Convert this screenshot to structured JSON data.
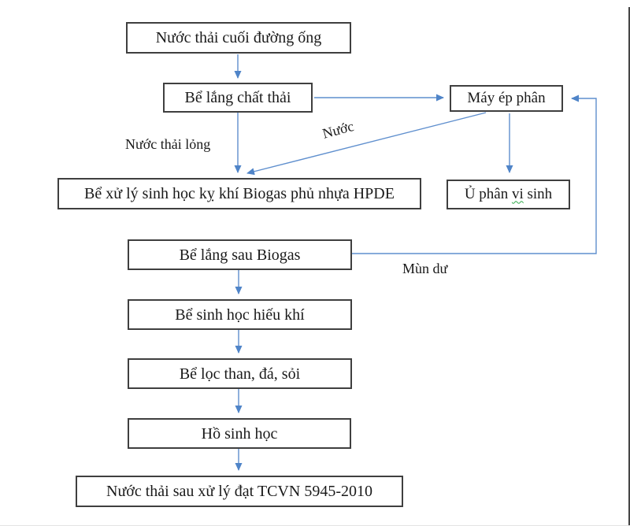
{
  "diagram": {
    "description": "Wastewater treatment process flowchart (Vietnamese)",
    "nodes": {
      "source": {
        "label": "Nước thải cuối đường ống"
      },
      "settling": {
        "label": "Bể lắng chất thải"
      },
      "press": {
        "label": "Máy ép phân"
      },
      "biogas": {
        "label": "Bể xử lý sinh học kỵ khí Biogas phủ nhựa HPDE"
      },
      "compost": {
        "prefix": "Ủ phân ",
        "squiggle_word": "vi",
        "suffix": " sinh"
      },
      "post_biogas": {
        "label": "Bể lắng sau Biogas"
      },
      "aerobic": {
        "label": "Bể sinh học hiếu khí"
      },
      "filter": {
        "label": "Bể lọc than, đá, sỏi"
      },
      "pond": {
        "label": "Hồ sinh học"
      },
      "output": {
        "label": "Nước thải sau xử lý đạt TCVN 5945-2010"
      }
    },
    "edge_labels": {
      "liquid_waste": "Nước thải lỏng",
      "water": "Nước",
      "residue": "Mùn dư"
    },
    "colors": {
      "connector_blue": "#4f84c8",
      "box_border": "#3f3f3f",
      "text": "#1a1a1a",
      "spellcheck_squiggle_green": "#2faa4a"
    }
  }
}
